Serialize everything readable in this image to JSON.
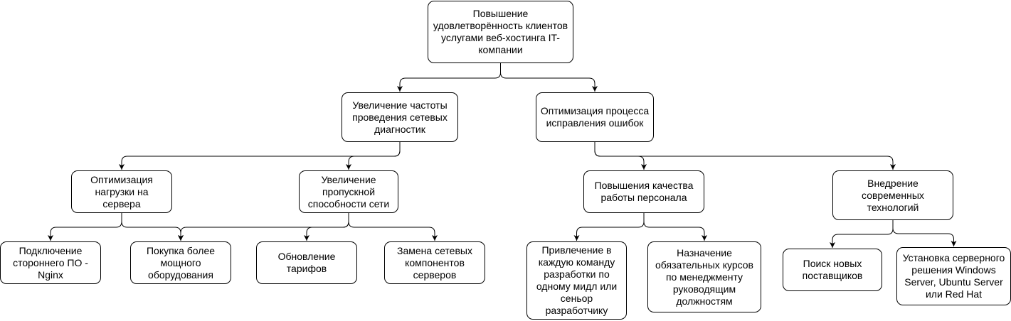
{
  "diagram": {
    "nodes": {
      "root": "Повышение\nудовлетворённость клиентов\nуслугами веб-хостинга IT-\nкомпании",
      "freq": "Увеличение частоты\nпроведения сетевых\nдиагностик",
      "optimize": "Оптимизация процесса\nисправления ошибок",
      "load": "Оптимизация\nнагрузки на\nсервера",
      "bandwidth": "Увеличение\nпропускной\nспособности сети",
      "staff": "Повышения качества\nработы персонала",
      "tech": "Внедрение\nсовременных\nтехнологий",
      "nginx": "Подключение\nстороннего ПО -\nNginx",
      "hardware": "Покупка более\nмощного\nоборудования",
      "tariffs": "Обновление\nтарифов",
      "components": "Замена сетевых\nкомпонентов\nсерверов",
      "middle": "Привлечение в\nкаждую команду\nразработки по\nодному мидл или\nсеньор\nразработчику",
      "courses": "Назначение\nобязательных курсов\nпо менеджменту\nруководящим\nдолжностям",
      "suppliers": "Поиск новых\nпоставщиков",
      "server_os": "Установка серверного\nрешения Windows\nServer, Ubuntu Server\nили Red Hat"
    },
    "edges": [
      [
        "root",
        "freq"
      ],
      [
        "root",
        "optimize"
      ],
      [
        "freq",
        "load"
      ],
      [
        "freq",
        "bandwidth"
      ],
      [
        "optimize",
        "staff"
      ],
      [
        "optimize",
        "tech"
      ],
      [
        "load",
        "nginx"
      ],
      [
        "load",
        "hardware"
      ],
      [
        "bandwidth",
        "hardware"
      ],
      [
        "bandwidth",
        "tariffs"
      ],
      [
        "bandwidth",
        "components"
      ],
      [
        "staff",
        "middle"
      ],
      [
        "staff",
        "courses"
      ],
      [
        "tech",
        "suppliers"
      ],
      [
        "tech",
        "server_os"
      ]
    ]
  }
}
